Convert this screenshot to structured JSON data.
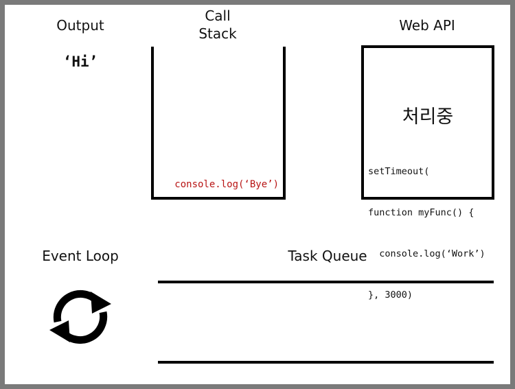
{
  "output": {
    "title": "Output",
    "value": "‘Hi’"
  },
  "call_stack": {
    "title_line1": "Call",
    "title_line2": "Stack",
    "items": [
      "console.log(‘Bye’)"
    ],
    "item_color": "#b81414"
  },
  "web_api": {
    "title": "Web API",
    "status": "처리중",
    "code": [
      "setTimeout(",
      "function myFunc() {",
      "  console.log(‘Work’)",
      "}, 3000)"
    ]
  },
  "event_loop": {
    "title": "Event Loop",
    "icon": "refresh-cycle-icon"
  },
  "task_queue": {
    "title": "Task Queue",
    "items": []
  }
}
